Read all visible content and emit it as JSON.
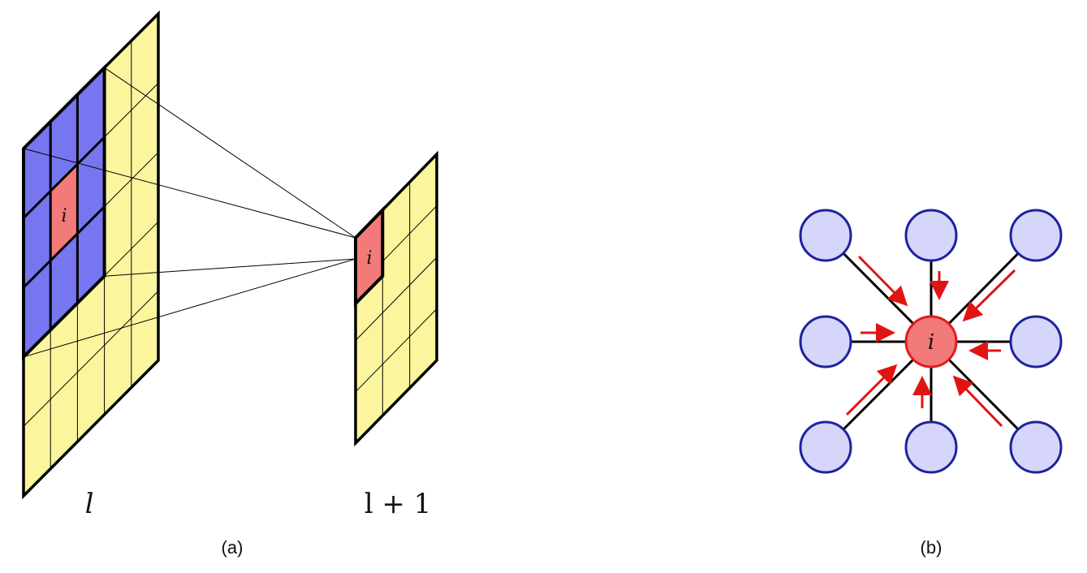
{
  "panel_a": {
    "layer_l_label": "l",
    "layer_l1_label": "l + 1",
    "layer_l_node_label": "i",
    "layer_l1_node_label": "i",
    "caption": "(a)"
  },
  "panel_b": {
    "center_label": "i",
    "caption": "(b)"
  },
  "colors": {
    "grid_fill": "#fbf69e",
    "kernel_fill": "#7676f0",
    "target_fill": "#f27a78",
    "neighbor_fill": "#d6d6fa",
    "neighbor_stroke": "#1e22a0",
    "center_stroke": "#dd1d1d",
    "arrow": "#e11414"
  }
}
